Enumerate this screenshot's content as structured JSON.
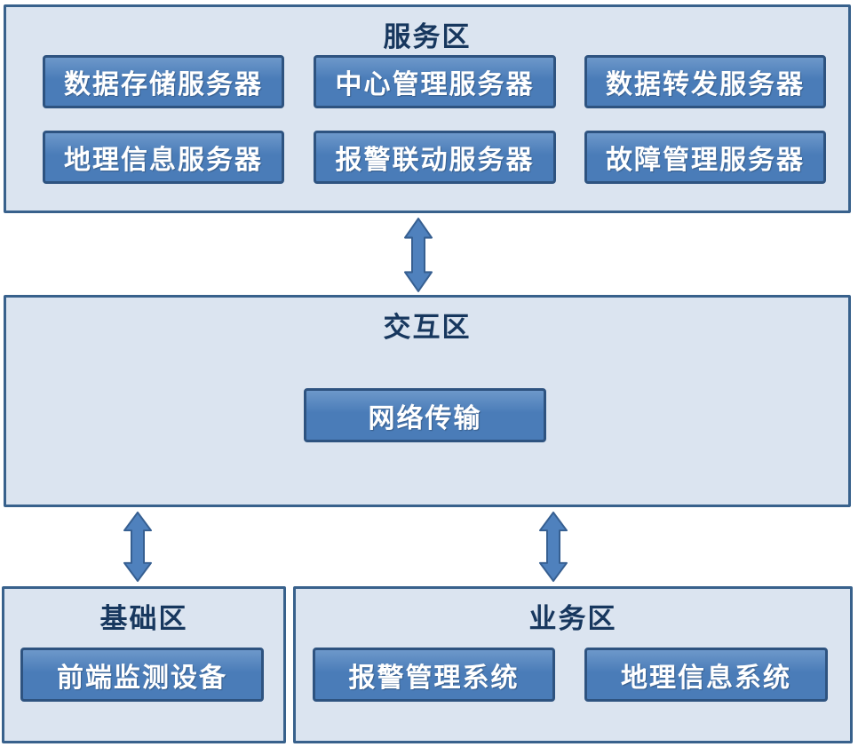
{
  "colors": {
    "page_bg": "#ffffff",
    "zone_fill": "#dbe4f0",
    "zone_border": "#38618c",
    "node_fill_top": "#6d98ca",
    "node_fill": "#4a7cb8",
    "node_border": "#2e5380",
    "node_text": "#ffffff",
    "title_color": "#17375e",
    "arrow_fill": "#4f81bd",
    "arrow_border": "#365f91"
  },
  "zones": {
    "service": {
      "title": "服务区",
      "boxes": [
        "数据存储服务器",
        "中心管理服务器",
        "数据转发服务器",
        "地理信息服务器",
        "报警联动服务器",
        "故障管理服务器"
      ]
    },
    "interaction": {
      "title": "交互区",
      "boxes": [
        "网络传输"
      ]
    },
    "base": {
      "title": "基础区",
      "boxes": [
        "前端监测设备"
      ]
    },
    "business": {
      "title": "业务区",
      "boxes": [
        "报警管理系统",
        "地理信息系统"
      ]
    }
  },
  "connectors": [
    {
      "name": "service-interaction",
      "style": "vertical-double-arrow"
    },
    {
      "name": "interaction-base",
      "style": "vertical-double-arrow"
    },
    {
      "name": "interaction-business",
      "style": "vertical-double-arrow"
    }
  ]
}
